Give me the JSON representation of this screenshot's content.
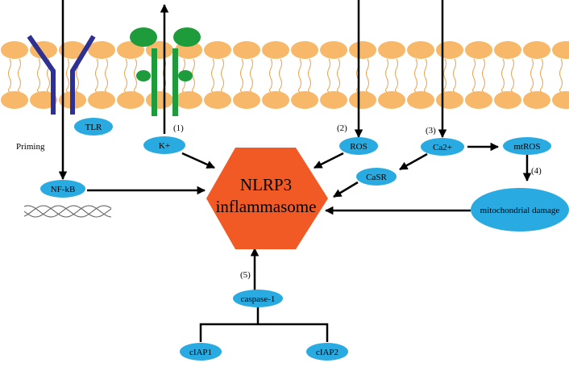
{
  "membrane": {
    "lipid_head_color": "#F7B86A",
    "lipid_tail_color": "#E9A24D"
  },
  "receptors": {
    "tlr": {
      "label": "TLR",
      "icon": "y-shaped-receptor-icon",
      "color": "#2E3192"
    },
    "k_channel": {
      "icon": "potassium-channel-icon",
      "color": "#1E9B3A"
    }
  },
  "nodes": {
    "tlr": "TLR",
    "nfkb": "NF-kB",
    "k": "K+",
    "ros": "ROS",
    "ca": "Ca2+",
    "mtros": "mtROS",
    "casr": "CaSR",
    "mito": "mitochondrial damage",
    "caspase": "caspase-1",
    "ciap1": "cIAP1",
    "ciap2": "cIAP2"
  },
  "labels": {
    "priming": "Priming",
    "step1": "(1)",
    "step2": "(2)",
    "step3": "(3)",
    "step4": "(4)",
    "step5": "(5)"
  },
  "center": {
    "line1": "NLRP3",
    "line2": "inflammasome",
    "color": "#F15A24"
  },
  "colors": {
    "node_fill": "#29ABE2",
    "arrow": "#000000"
  }
}
